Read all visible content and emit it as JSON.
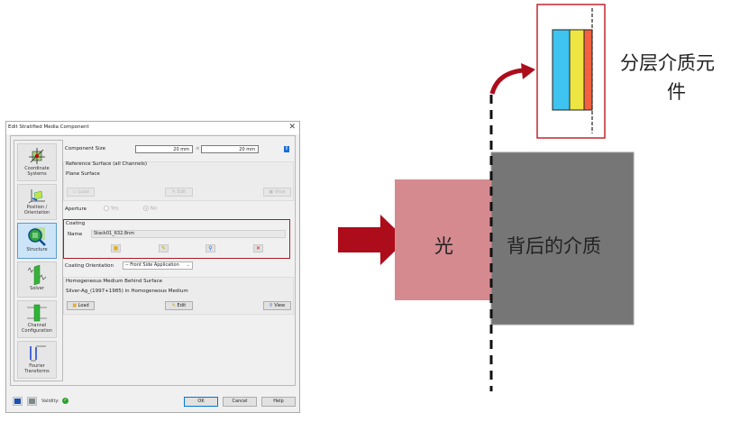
{
  "dialog": {
    "title": "Edit Stratified Media Component",
    "close_symbol": "✕",
    "sidebar": {
      "items": [
        {
          "label_line1": "Coordinate",
          "label_line2": "Systems",
          "icon": "coordinate-systems-icon"
        },
        {
          "label_line1": "Position /",
          "label_line2": "Orientation",
          "icon": "position-orientation-icon"
        },
        {
          "label_line1": "Structure",
          "label_line2": "",
          "icon": "structure-icon",
          "active": true
        },
        {
          "label_line1": "Solver",
          "label_line2": "",
          "icon": "solver-icon"
        },
        {
          "label_line1": "Channel",
          "label_line2": "Configuration",
          "icon": "channel-configuration-icon"
        },
        {
          "label_line1": "Fourier",
          "label_line2": "Transforms",
          "icon": "fourier-transforms-icon"
        }
      ]
    },
    "component_size": {
      "label": "Component Size",
      "width_value": "20 mm",
      "separator": "×",
      "height_value": "20 mm",
      "info_symbol": "i"
    },
    "reference_surface": {
      "title": "Reference Surface (all Channels)",
      "value": "Plane Surface",
      "load_label": "Load",
      "edit_label": "Edit",
      "view_label": "View"
    },
    "aperture": {
      "label": "Aperture",
      "yes_label": "Yes",
      "no_label": "No",
      "selected": "No"
    },
    "coating": {
      "title": "Coating",
      "name_label": "Name",
      "name_value": "Stack01_632.8nm",
      "highlight_color": "#a61c28"
    },
    "coating_orientation": {
      "label": "Coating Orientation",
      "selected": "-- Front Side Application"
    },
    "medium_behind": {
      "title": "Homogeneous Medium Behind Surface",
      "value": "Silver-Ag_(1997+1985) in Homogeneous Medium",
      "load_label": "Load",
      "edit_label": "Edit",
      "view_label": "View"
    },
    "footer": {
      "validity_label": "Validity:",
      "ok_label": "OK",
      "cancel_label": "Cancel",
      "help_label": "Help"
    }
  },
  "diagram": {
    "light_label": "光",
    "medium_behind_label": "背后的介质",
    "stratified_component_label_line1": "分层介质元",
    "stratified_component_label_line2": "件",
    "colors": {
      "arrow": "#ad0c1b",
      "light_box": "#d48a8f",
      "medium_box": "#767676",
      "highlight_box": "#c0272d",
      "layer_blue": "#3fc3f0",
      "layer_yellow": "#ede541",
      "layer_red": "#f26140"
    }
  }
}
